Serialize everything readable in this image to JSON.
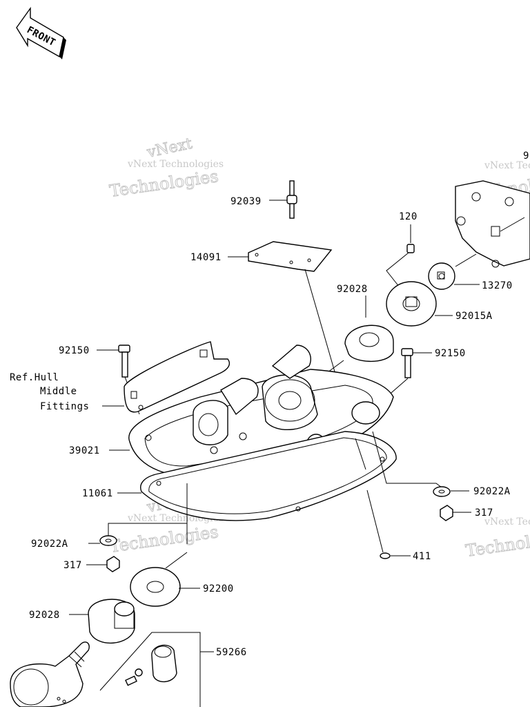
{
  "front_tag": "FRONT",
  "watermarks": [
    {
      "line1": "vNext Technologies",
      "line2": "vNext Technologies"
    }
  ],
  "labels": {
    "p92039": "92039",
    "p14091": "14091",
    "p120": "120",
    "p13270": "13270",
    "p92028_top": "92028",
    "p92015A": "92015A",
    "p92150_left": "92150",
    "p92150_right": "92150",
    "ref_hull_line1": "Ref.Hull",
    "ref_hull_line2": "Middle",
    "ref_hull_line3": "Fittings",
    "p39021": "39021",
    "p11061": "11061",
    "p92022A_right": "92022A",
    "p317_right": "317",
    "p92022A_left": "92022A",
    "p317_left": "317",
    "p411": "411",
    "p92200": "92200",
    "p92028_bottom": "92028",
    "p59266": "59266",
    "p9_cut": "9"
  },
  "colors": {
    "line": "#000000",
    "watermark": "#c8c8c8"
  }
}
